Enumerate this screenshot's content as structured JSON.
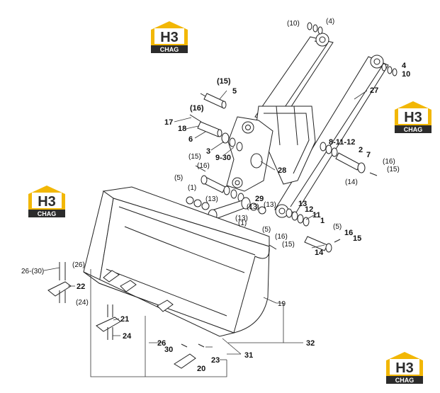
{
  "brand": {
    "logo_main": "H3",
    "logo_sub": "CHAG",
    "color_gold": "#F2B705",
    "color_dark": "#2b2b2b"
  },
  "labels": {
    "l_10a": "(10)",
    "l_4a": "(4)",
    "l_4b": "4",
    "l_10b": "10",
    "l_27": "27",
    "l_15a": "(15)",
    "l_5a": "5",
    "l_16a": "(16)",
    "l_17": "17",
    "l_18": "18",
    "l_6": "6",
    "l_3": "3",
    "l_930": "9-30",
    "l_28": "28",
    "l_81112": "8-11-12",
    "l_2": "2",
    "l_7": "7",
    "l_16b": "(16)",
    "l_15b": "(15)",
    "l_14a": "(14)",
    "l_15c": "(15)",
    "l_16c": "(16)",
    "l_5b": "(5)",
    "l_1a": "(1)",
    "l_13a": "(13)",
    "l_29": "29",
    "l_13b": "(13)",
    "l_13c": "(13)",
    "l_13": "13",
    "l_12": "12",
    "l_11": "11",
    "l_1": "1",
    "l_5c": "(5)",
    "l_5d": "(5)",
    "l_16d": "(16)",
    "l_15d": "(15)",
    "l_1b": "(1)",
    "l_16": "16",
    "l_15": "15",
    "l_14": "14",
    "l_2630": "26-(30)",
    "l_26a": "(26)",
    "l_22": "22",
    "l_24a": "(24)",
    "l_19": "19",
    "l_21": "21",
    "l_24": "24",
    "l_26": "26",
    "l_30": "30",
    "l_23": "23",
    "l_31": "31",
    "l_20": "20",
    "l_32": "32"
  }
}
